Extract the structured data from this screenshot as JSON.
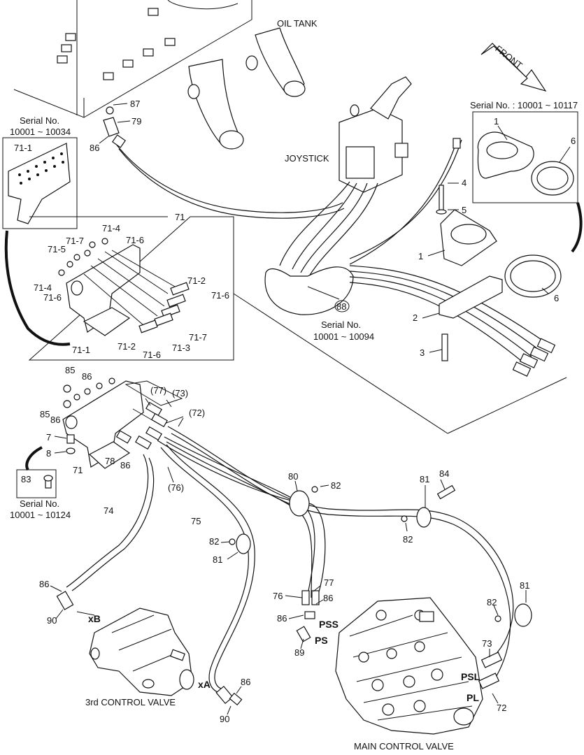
{
  "titles": {
    "oil_tank": "OIL TANK",
    "joystick": "JOYSTICK",
    "front": "FRONT",
    "third_control_valve": "3rd CONTROL VALVE",
    "main_control_valve": "MAIN CONTROL VALVE"
  },
  "serials": {
    "s1_title": "Serial No.",
    "s1_range": "10001 ~ 10034",
    "s2_title": "Serial No. : 10001 ~ 10117",
    "s3_title": "Serial No.",
    "s3_range": "10001 ~ 10094",
    "s4_title": "Serial No.",
    "s4_range": "10001 ~ 10124"
  },
  "ports": {
    "xB": "xB",
    "xA": "xA",
    "PSS": "PSS",
    "PS": "PS",
    "PSL": "PSL",
    "PL": "PL"
  },
  "callouts": {
    "c87": "87",
    "c79": "79",
    "c86a": "86",
    "c71_1_box": "71-1",
    "c71": "71",
    "c71_4a": "71-4",
    "c71_7a": "71-7",
    "c71_6a": "71-6",
    "c71_5": "71-5",
    "c71_4b": "71-4",
    "c71_6b": "71-6",
    "c71_2a": "71-2",
    "c71_6c": "71-6",
    "c71_7b": "71-7",
    "c71_3": "71-3",
    "c71_2b": "71-2",
    "c71_6d": "71-6",
    "c71_1b": "71-1",
    "c1_box": "1",
    "c6_box": "6",
    "c4": "4",
    "c5": "5",
    "c1": "1",
    "c2": "2",
    "c3": "3",
    "c6": "6",
    "c88": "88",
    "c85a": "85",
    "c86b": "86",
    "c85b": "85",
    "c86c": "86",
    "c77p": "(77)",
    "c73p": "(73)",
    "c72p": "(72)",
    "c76p": "(76)",
    "c7": "7",
    "c8": "8",
    "c71b": "71",
    "c78": "78",
    "c86d": "86",
    "c83": "83",
    "c74": "74",
    "c75": "75",
    "c82a": "82",
    "c81a": "81",
    "c80": "80",
    "c82b": "82",
    "c81b": "81",
    "c84": "84",
    "c82c": "82",
    "c77": "77",
    "c76": "76",
    "c86e": "86",
    "c86f": "86",
    "c89": "89",
    "c86g": "86",
    "c90a": "90",
    "c86h": "86",
    "c90b": "90",
    "c82d": "82",
    "c81c": "81",
    "c73": "73",
    "c72": "72"
  }
}
